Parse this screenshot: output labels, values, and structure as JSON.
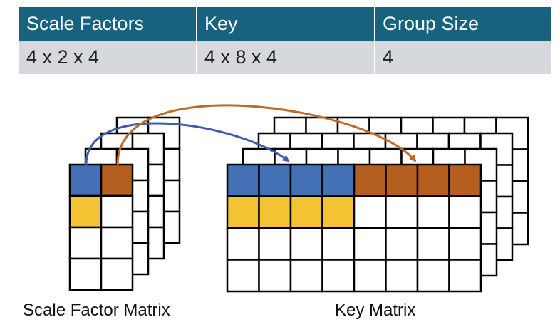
{
  "table": {
    "headers": [
      "Scale Factors",
      "Key",
      "Group Size"
    ],
    "values": [
      "4 x 2 x 4",
      "4 x 8 x 4",
      "4"
    ]
  },
  "scale_matrix": {
    "label": "Scale Factor Matrix",
    "rows": 4,
    "cols": 2,
    "layers": 4,
    "cell_colors": [
      [
        "blue",
        "orange"
      ],
      [
        "yellow",
        "white"
      ],
      [
        "white",
        "white"
      ],
      [
        "white",
        "white"
      ]
    ]
  },
  "key_matrix": {
    "label": "Key Matrix",
    "rows": 4,
    "cols": 8,
    "layers": 4,
    "cell_colors": [
      [
        "blue",
        "blue",
        "blue",
        "blue",
        "orange",
        "orange",
        "orange",
        "orange"
      ],
      [
        "yellow",
        "yellow",
        "yellow",
        "yellow",
        "white",
        "white",
        "white",
        "white"
      ],
      [
        "white",
        "white",
        "white",
        "white",
        "white",
        "white",
        "white",
        "white"
      ],
      [
        "white",
        "white",
        "white",
        "white",
        "white",
        "white",
        "white",
        "white"
      ]
    ]
  },
  "colors": {
    "blue": "#4470b5",
    "orange": "#b45e1f",
    "yellow": "#f3c334",
    "white": "#ffffff",
    "grid": "#000000",
    "header_bg": "#17627f",
    "row_bg": "#d5d9de",
    "arrow_blue": "#3f5ea8",
    "arrow_orange": "#c06a26"
  }
}
